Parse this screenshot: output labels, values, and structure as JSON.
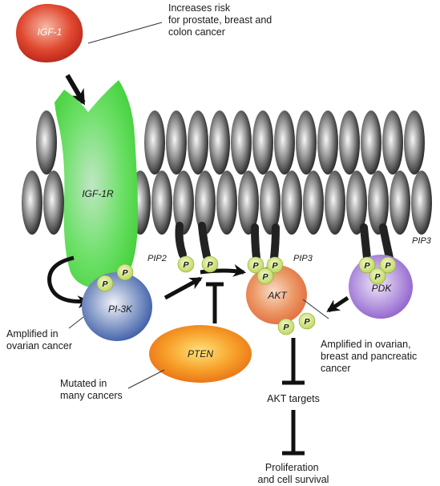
{
  "molecules": {
    "igf1": "IGF-1",
    "igf1r": "IGF-1R",
    "pi3k": "PI-3K",
    "pten": "PTEN",
    "akt": "AKT",
    "pdk": "PDK"
  },
  "lipid_labels": {
    "pip2": "PIP2",
    "pip3_center": "PIP3",
    "pip3_right": "PIP3"
  },
  "phospho_label": "P",
  "annotations": {
    "igf1_risk": [
      "Increases risk",
      "for prostate, breast and",
      "colon cancer"
    ],
    "pi3k_note": [
      "Amplified in",
      "ovarian cancer"
    ],
    "pten_note": [
      "Mutated in",
      "many cancers"
    ],
    "akt_note": [
      "Amplified in ovarian,",
      "breast and pancreatic",
      "cancer"
    ],
    "akt_targets": "AKT targets",
    "outcome": [
      "Proliferation",
      "and cell survival"
    ]
  },
  "colors": {
    "igf1": "#d93a2b",
    "igf1r": "#5fe05a",
    "pi3k": "#3e63ad",
    "pten": "#f07f1a",
    "akt": "#e9794a",
    "pdk": "#9d6fd1",
    "phospho": "#c9e06a",
    "lipid_head": "#3f3f3f"
  }
}
